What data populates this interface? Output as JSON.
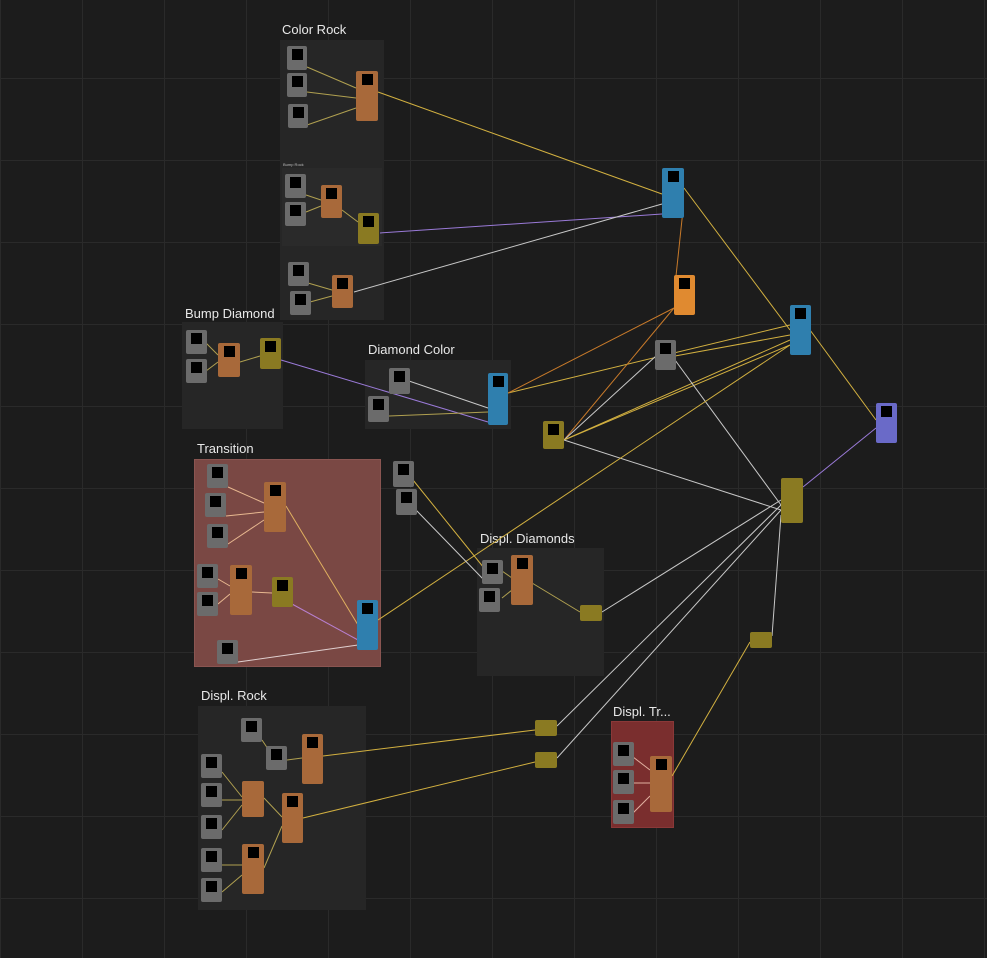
{
  "frames": [
    {
      "id": "color-rock",
      "label": "Color Rock",
      "style": "plain"
    },
    {
      "id": "bump-rock",
      "label": "Bump Rock",
      "style": "plain",
      "tiny": true
    },
    {
      "id": "bump-diamond",
      "label": "Bump Diamond",
      "style": "plain"
    },
    {
      "id": "diamond-color",
      "label": "Diamond Color",
      "style": "plain"
    },
    {
      "id": "transition",
      "label": "Transition",
      "style": "red"
    },
    {
      "id": "displ-diamonds",
      "label": "Displ. Diamonds",
      "style": "plain"
    },
    {
      "id": "displ-rock",
      "label": "Displ. Rock",
      "style": "plain"
    },
    {
      "id": "displ-transition",
      "label": "Displ. Tr...",
      "style": "darkred"
    }
  ],
  "colors": {
    "background": "#1c1c1c",
    "grid": "#2a2a2a",
    "wire_default": "#c8c8c8",
    "wire_yellow": "#d2b040",
    "wire_violet": "#9a7ad8",
    "wire_orange": "#c87a2a",
    "node_gray": "#6b6b6b",
    "node_orange": "#a8693a",
    "node_yellow": "#8a7a22",
    "node_blue": "#2f7fae",
    "node_amber": "#e08a30",
    "node_violet": "#6a6ac8"
  }
}
